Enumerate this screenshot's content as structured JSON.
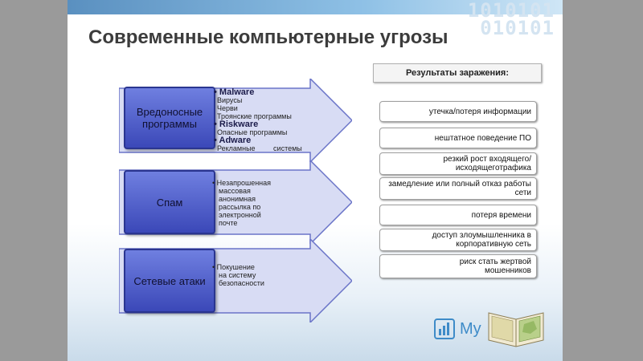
{
  "title": "Современные компьютерные угрозы",
  "background_binary": "1010101\n010101",
  "rows": [
    {
      "category": "Вредоносные программы",
      "details": [
        {
          "major": "• Malware",
          "minor": [
            "Вирусы",
            "Черви",
            "Троянские программы"
          ]
        },
        {
          "major": "• Riskware",
          "minor": [
            "Опасные программы"
          ]
        },
        {
          "major": "• Adware",
          "minor": [
            "Рекламные         системы"
          ]
        }
      ]
    },
    {
      "category": "Спам",
      "details": [
        {
          "major": "",
          "minor": [
            "• Незапрошенная",
            "массовая",
            "анонимная",
            "рассылка по",
            "электронной",
            "почте"
          ]
        }
      ]
    },
    {
      "category": "Сетевые атаки",
      "details": [
        {
          "major": "",
          "minor": [
            "• Покушение",
            "на систему",
            "безопасности"
          ]
        }
      ]
    }
  ],
  "results_title": "Результаты заражения:",
  "results": [
    "утечка/потеря информации",
    "нештатное поведение ПО",
    "резкий рост входящего/исходящеготрафика",
    "замедление или полный отказ работы сети",
    "потеря времени",
    "доступ злоумышленника в корпоративную сеть",
    "риск стать жертвой мошенников"
  ],
  "brand_text": "My",
  "colors": {
    "category_fill": "#4a58c8",
    "arrow_fill": "#d8dcf4",
    "arrow_stroke": "#6a74c8"
  }
}
